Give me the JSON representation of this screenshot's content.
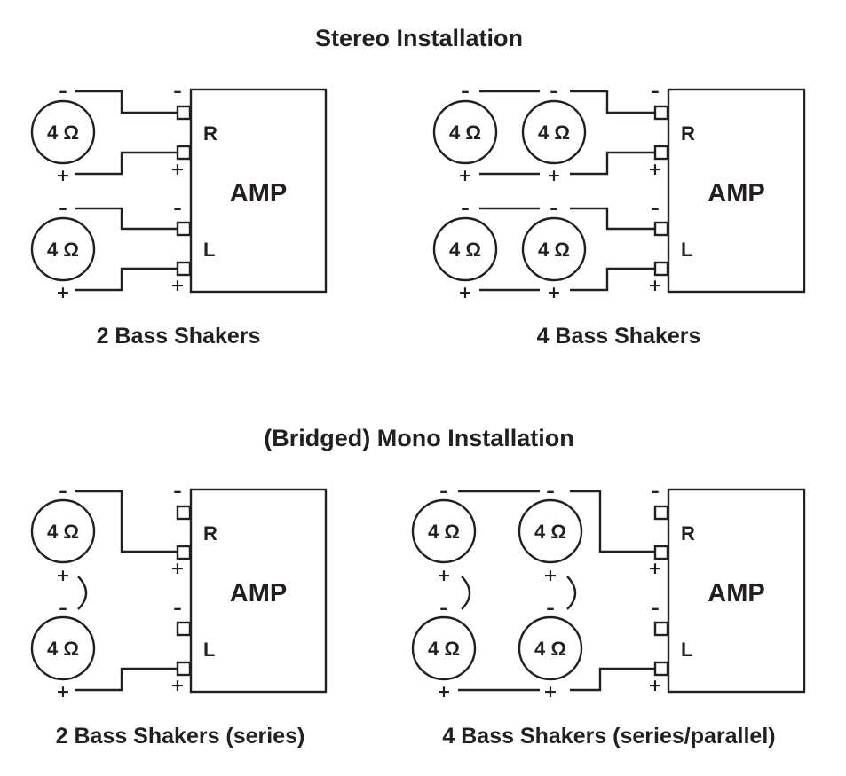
{
  "titles": {
    "stereo": "Stereo Installation",
    "mono": "(Bridged) Mono Installation"
  },
  "captions": {
    "stereo_2": "2 Bass Shakers",
    "stereo_4": "4 Bass Shakers",
    "mono_2": "2 Bass Shakers (series)",
    "mono_4": "4 Bass Shakers (series/parallel)"
  },
  "labels": {
    "amp": "AMP",
    "right": "R",
    "left": "L",
    "impedance": "4 Ω",
    "minus": "–",
    "plus": "+"
  }
}
